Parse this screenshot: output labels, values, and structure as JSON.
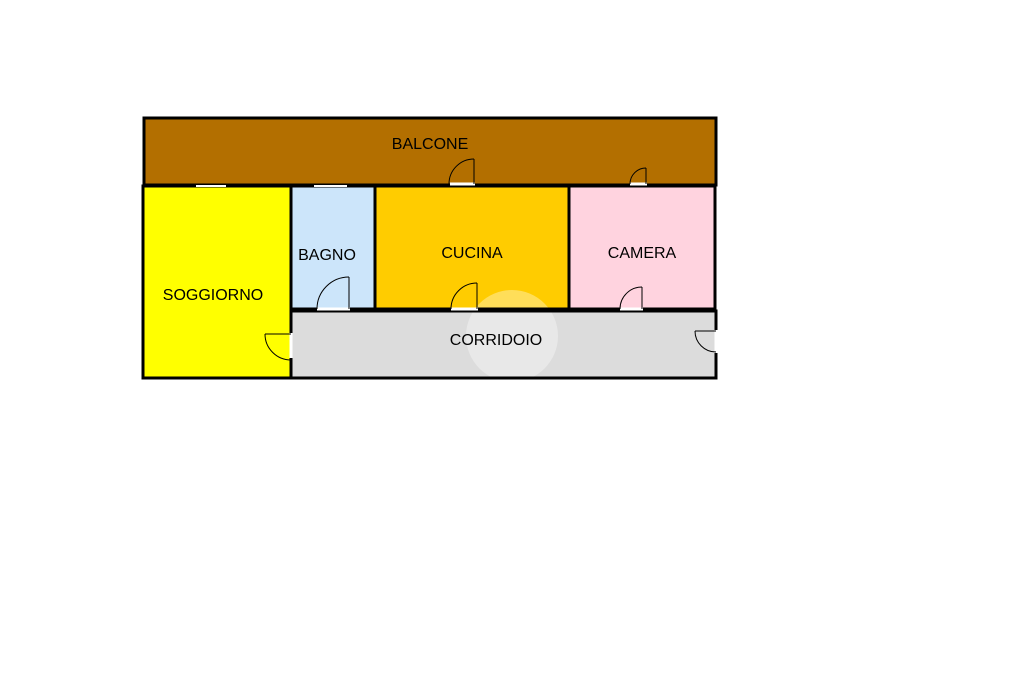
{
  "plan": {
    "rooms": {
      "balcone": {
        "label": "BALCONE",
        "color": "#b36f00"
      },
      "soggiorno": {
        "label": "SOGGIORNO",
        "color": "#ffff00"
      },
      "bagno": {
        "label": "BAGNO",
        "color": "#cce5fa"
      },
      "cucina": {
        "label": "CUCINA",
        "color": "#ffcc00"
      },
      "camera": {
        "label": "CAMERA",
        "color": "#ffd3df"
      },
      "corridoio": {
        "label": "CORRIDOIO",
        "color": "#dcdcdc"
      }
    },
    "wall_color": "#000000",
    "watermark": "circle-logo-watermark"
  }
}
